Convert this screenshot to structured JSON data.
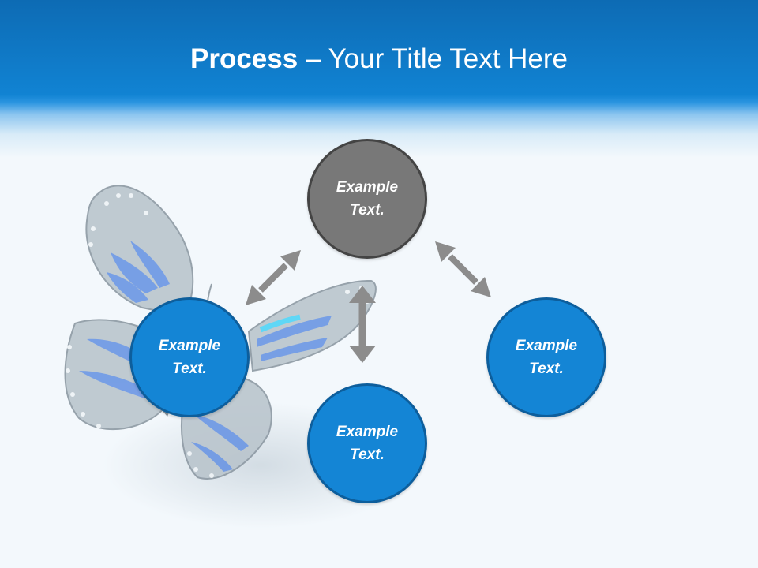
{
  "title": {
    "bold": "Process",
    "rest": " – Your Title Text Here"
  },
  "nodes": [
    {
      "id": "top",
      "label": "Example\nText.",
      "color": "#787878"
    },
    {
      "id": "left",
      "label": "Example\nText.",
      "color": "#1485d5"
    },
    {
      "id": "bottom",
      "label": "Example\nText.",
      "color": "#1485d5"
    },
    {
      "id": "right",
      "label": "Example\nText.",
      "color": "#1485d5"
    }
  ],
  "connections": [
    {
      "from": "top",
      "to": "left",
      "type": "double-arrow"
    },
    {
      "from": "top",
      "to": "bottom",
      "type": "double-arrow"
    },
    {
      "from": "top",
      "to": "right",
      "type": "double-arrow"
    }
  ],
  "colors": {
    "header": "#1183d3",
    "node_blue": "#1485d5",
    "node_gray": "#787878",
    "arrow": "#8c8c8c"
  },
  "decoration": "butterfly"
}
